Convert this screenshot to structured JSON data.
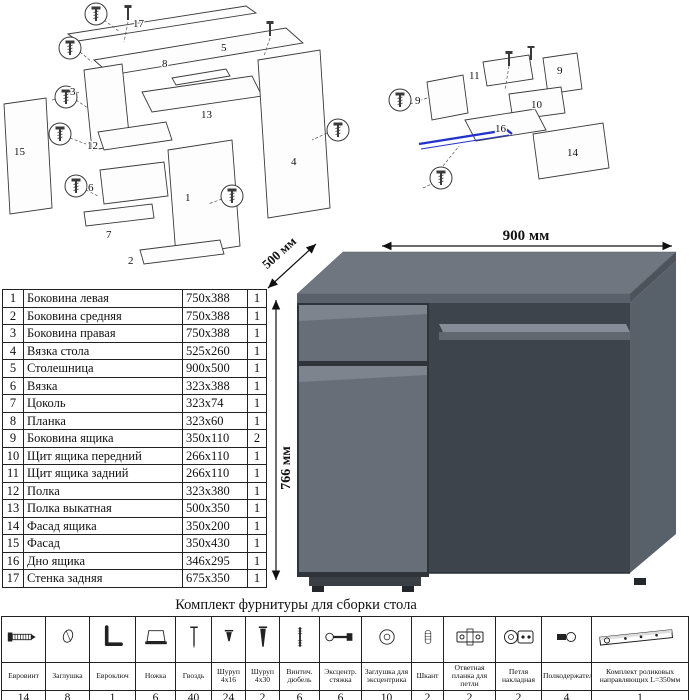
{
  "colors": {
    "desk_gray": "#676e78",
    "desk_dark": "#4d535b",
    "desk_light": "#7d848e",
    "guide_blue": "#2233cc",
    "line_black": "#222222"
  },
  "diagram_left": {
    "labels": [
      "17",
      "5",
      "3",
      "13",
      "15",
      "12",
      "6",
      "7",
      "8",
      "2",
      "4",
      "1"
    ]
  },
  "diagram_right": {
    "labels": [
      "11",
      "9",
      "9",
      "10",
      "16",
      "14"
    ]
  },
  "desk": {
    "dims": {
      "width": "900 мм",
      "depth": "500 мм",
      "height": "766 мм"
    }
  },
  "parts_table": {
    "rows": [
      {
        "num": "1",
        "name": "Боковина левая",
        "size": "750x388",
        "qty": "1"
      },
      {
        "num": "2",
        "name": "Боковина средняя",
        "size": "750x388",
        "qty": "1"
      },
      {
        "num": "3",
        "name": "Боковина правая",
        "size": "750x388",
        "qty": "1"
      },
      {
        "num": "4",
        "name": "Вязка стола",
        "size": "525x260",
        "qty": "1"
      },
      {
        "num": "5",
        "name": "Столешница",
        "size": "900x500",
        "qty": "1"
      },
      {
        "num": "6",
        "name": "Вязка",
        "size": "323x388",
        "qty": "1"
      },
      {
        "num": "7",
        "name": "Цоколь",
        "size": "323x74",
        "qty": "1"
      },
      {
        "num": "8",
        "name": "Планка",
        "size": "323x60",
        "qty": "1"
      },
      {
        "num": "9",
        "name": "Боковина ящика",
        "size": "350x110",
        "qty": "2"
      },
      {
        "num": "10",
        "name": "Щит ящика передний",
        "size": "266x110",
        "qty": "1"
      },
      {
        "num": "11",
        "name": "Щит ящика задний",
        "size": "266x110",
        "qty": "1"
      },
      {
        "num": "12",
        "name": "Полка",
        "size": "323x380",
        "qty": "1"
      },
      {
        "num": "13",
        "name": "Полка выкатная",
        "size": "500x350",
        "qty": "1"
      },
      {
        "num": "14",
        "name": "Фасад ящика",
        "size": "350x200",
        "qty": "1"
      },
      {
        "num": "15",
        "name": "Фасад",
        "size": "350x430",
        "qty": "1"
      },
      {
        "num": "16",
        "name": "Дно ящика",
        "size": "346x295",
        "qty": "1"
      },
      {
        "num": "17",
        "name": "Стенка задняя",
        "size": "675x350",
        "qty": "1"
      }
    ]
  },
  "hardware": {
    "title": "Комплект фурнитуры для сборки стола",
    "items": [
      {
        "name": "Евровинт",
        "qty": "14",
        "icon": "euro-screw-icon"
      },
      {
        "name": "Заглушка",
        "qty": "8",
        "icon": "cap-plug-icon"
      },
      {
        "name": "Евроключ",
        "qty": "1",
        "icon": "hex-key-icon"
      },
      {
        "name": "Ножка",
        "qty": "6",
        "icon": "leg-icon"
      },
      {
        "name": "Гвоздь",
        "qty": "40",
        "icon": "nail-icon"
      },
      {
        "name": "Шуруп 4x16",
        "qty": "24",
        "icon": "screw-4x16-icon"
      },
      {
        "name": "Шуруп 4x30",
        "qty": "2",
        "icon": "screw-4x30-icon"
      },
      {
        "name": "Винтич. дюбель",
        "qty": "6",
        "icon": "screw-dowel-icon"
      },
      {
        "name": "Эксцентр. стяжка",
        "qty": "6",
        "icon": "eccentric-cam-icon"
      },
      {
        "name": "Заглушка для эксцентрика",
        "qty": "10",
        "icon": "eccentric-cap-icon"
      },
      {
        "name": "Шкант",
        "qty": "2",
        "icon": "wooden-dowel-icon"
      },
      {
        "name": "Ответная планка для петли",
        "qty": "2",
        "icon": "hinge-plate-icon"
      },
      {
        "name": "Петля накладная",
        "qty": "2",
        "icon": "overlay-hinge-icon"
      },
      {
        "name": "Полкодержатель",
        "qty": "4",
        "icon": "shelf-support-icon"
      },
      {
        "name": "Комплект роликовых направляющих L=350мм",
        "qty": "1",
        "icon": "roller-guides-icon"
      }
    ]
  }
}
